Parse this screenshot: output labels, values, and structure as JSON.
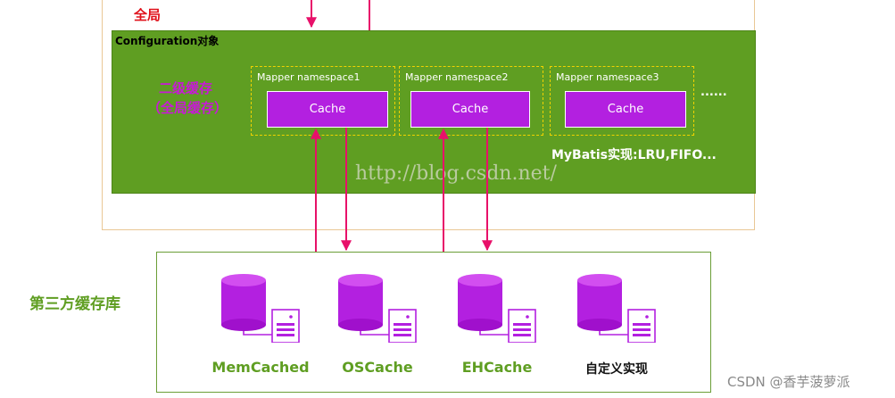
{
  "diagram": {
    "global_label": "全局",
    "configuration_label": "Configuration对象",
    "second_level_cache": {
      "line1": "二级缓存",
      "line2": "（全局缓存）"
    },
    "mappers": [
      {
        "label": "Mapper namespace1",
        "cache": "Cache"
      },
      {
        "label": "Mapper namespace2",
        "cache": "Cache"
      },
      {
        "label": "Mapper namespace3",
        "cache": "Cache"
      }
    ],
    "ellipsis": "......",
    "implementation_note": "MyBatis实现:LRU,FIFO...",
    "watermark": "http://blog.csdn.net/",
    "third_party_label": "第三方缓存库",
    "cache_libraries": [
      {
        "name": "MemCached"
      },
      {
        "name": "OSCache"
      },
      {
        "name": "EHCache"
      },
      {
        "name": "自定义实现"
      }
    ]
  },
  "footer": {
    "csdn_mark": "CSDN @香芋菠萝派"
  },
  "colors": {
    "green": "#5f9e22",
    "purple": "#b320e0",
    "arrow": "#e8106a",
    "red_text": "#e0101a",
    "magenta_text": "#c818d8"
  }
}
